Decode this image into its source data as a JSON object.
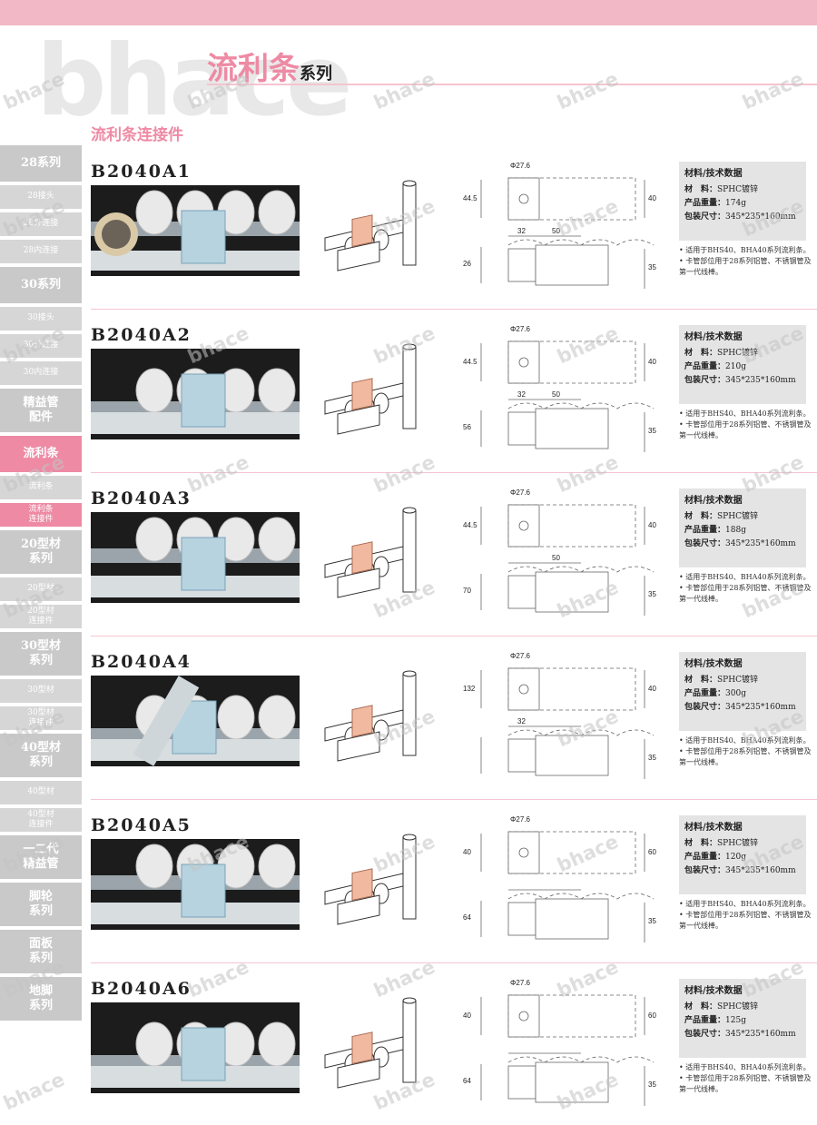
{
  "header": {
    "watermark_big": "bhace",
    "series_title_pink": "流利条",
    "series_title_dark": "系列",
    "subtitle": "流利条连接件"
  },
  "colors": {
    "accent_pink": "#ee8aa4",
    "topbar_pink": "#f2b8c6",
    "sidebar_gray": "#c9c9c9",
    "spec_bg": "#e4e4e4"
  },
  "sidebar": {
    "items": [
      {
        "label": "28系列",
        "kind": "main",
        "height": 40
      },
      {
        "label": "28接头",
        "kind": "sub",
        "height": 26
      },
      {
        "label": "28外连接",
        "kind": "sub",
        "height": 26
      },
      {
        "label": "28内连接",
        "kind": "sub",
        "height": 26
      },
      {
        "label": "30系列",
        "kind": "main",
        "height": 40
      },
      {
        "label": "30接头",
        "kind": "sub",
        "height": 26
      },
      {
        "label": "30外连接",
        "kind": "sub",
        "height": 26
      },
      {
        "label": "30内连接",
        "kind": "sub",
        "height": 26
      },
      {
        "label": "精益管\n配件",
        "kind": "main",
        "height": 48
      },
      {
        "label": "流利条",
        "kind": "active",
        "height": 40
      },
      {
        "label": "流利条",
        "kind": "sub",
        "height": 26
      },
      {
        "label": "流利条\n连接件",
        "kind": "subactive",
        "height": 26
      },
      {
        "label": "20型材\n系列",
        "kind": "main",
        "height": 48
      },
      {
        "label": "20型材",
        "kind": "sub",
        "height": 26
      },
      {
        "label": "20型材\n连接件",
        "kind": "sub",
        "height": 26
      },
      {
        "label": "30型材\n系列",
        "kind": "main",
        "height": 48
      },
      {
        "label": "30型材",
        "kind": "sub",
        "height": 26
      },
      {
        "label": "30型材\n连接件",
        "kind": "sub",
        "height": 26
      },
      {
        "label": "40型材\n系列",
        "kind": "main",
        "height": 48
      },
      {
        "label": "40型材",
        "kind": "sub",
        "height": 26
      },
      {
        "label": "40型材\n连接件",
        "kind": "sub",
        "height": 26
      },
      {
        "label": "一二代\n精益管",
        "kind": "main",
        "height": 48
      },
      {
        "label": "脚轮\n系列",
        "kind": "main",
        "height": 48
      },
      {
        "label": "面板\n系列",
        "kind": "main",
        "height": 48
      },
      {
        "label": "地脚\n系列",
        "kind": "main",
        "height": 48
      }
    ]
  },
  "spec_labels": {
    "header": "材料/技术数据",
    "material_label": "材　料：",
    "weight_label": "产品重量：",
    "package_label": "包装尺寸："
  },
  "products": [
    {
      "code": "B2040A1",
      "material": "SPHC镀锌",
      "weight": "174g",
      "package": "345*235*160mm",
      "notes": [
        "• 适用于BHS40、BHA40系列流利条。",
        "• 卡管部位用于28系列铝管、不锈钢管及第一代线棒。"
      ],
      "dims": {
        "d1": "Φ27.6",
        "d2": "44.5",
        "d3": "40",
        "d4": "32",
        "d5": "50",
        "d6": "26",
        "d7": "35"
      }
    },
    {
      "code": "B2040A2",
      "material": "SPHC镀锌",
      "weight": "210g",
      "package": "345*235*160mm",
      "notes": [
        "• 适用于BHS40、BHA40系列流利条。",
        "• 卡管部位用于28系列铝管、不锈钢管及第一代线棒。"
      ],
      "dims": {
        "d1": "Φ27.6",
        "d2": "44.5",
        "d3": "40",
        "d4": "32",
        "d5": "50",
        "d6": "56",
        "d7": "35"
      }
    },
    {
      "code": "B2040A3",
      "material": "SPHC镀锌",
      "weight": "188g",
      "package": "345*235*160mm",
      "notes": [
        "• 适用于BHS40、BHA40系列流利条。",
        "• 卡管部位用于28系列铝管、不锈钢管及第一代线棒。"
      ],
      "dims": {
        "d1": "Φ27.6",
        "d2": "44.5",
        "d3": "40",
        "d4": "",
        "d5": "50",
        "d6": "70",
        "d7": "35"
      }
    },
    {
      "code": "B2040A4",
      "material": "SPHC镀锌",
      "weight": "300g",
      "package": "345*235*160mm",
      "notes": [
        "• 适用于BHS40、BHA40系列流利条。",
        "• 卡管部位用于28系列铝管、不锈钢管及第一代线棒。"
      ],
      "dims": {
        "d1": "Φ27.6",
        "d2": "132",
        "d3": "40",
        "d4": "32",
        "d5": "",
        "d6": "",
        "d7": "35"
      }
    },
    {
      "code": "B2040A5",
      "material": "SPHC镀锌",
      "weight": "120g",
      "package": "345*235*160mm",
      "notes": [
        "• 适用于BHS40、BHA40系列流利条。",
        "• 卡管部位用于28系列铝管、不锈钢管及第一代线棒。"
      ],
      "dims": {
        "d1": "Φ27.6",
        "d2": "40",
        "d3": "60",
        "d4": "",
        "d5": "",
        "d6": "64",
        "d7": "35"
      }
    },
    {
      "code": "B2040A6",
      "material": "SPHC镀锌",
      "weight": "125g",
      "package": "345*235*160mm",
      "notes": [
        "• 适用于BHS40、BHA40系列流利条。",
        "• 卡管部位用于28系列铝管、不锈钢管及第一代线棒。"
      ],
      "dims": {
        "d1": "Φ27.6",
        "d2": "40",
        "d3": "60",
        "d4": "",
        "d5": "",
        "d6": "64",
        "d7": "35"
      }
    }
  ],
  "watermark_text": "bhace"
}
